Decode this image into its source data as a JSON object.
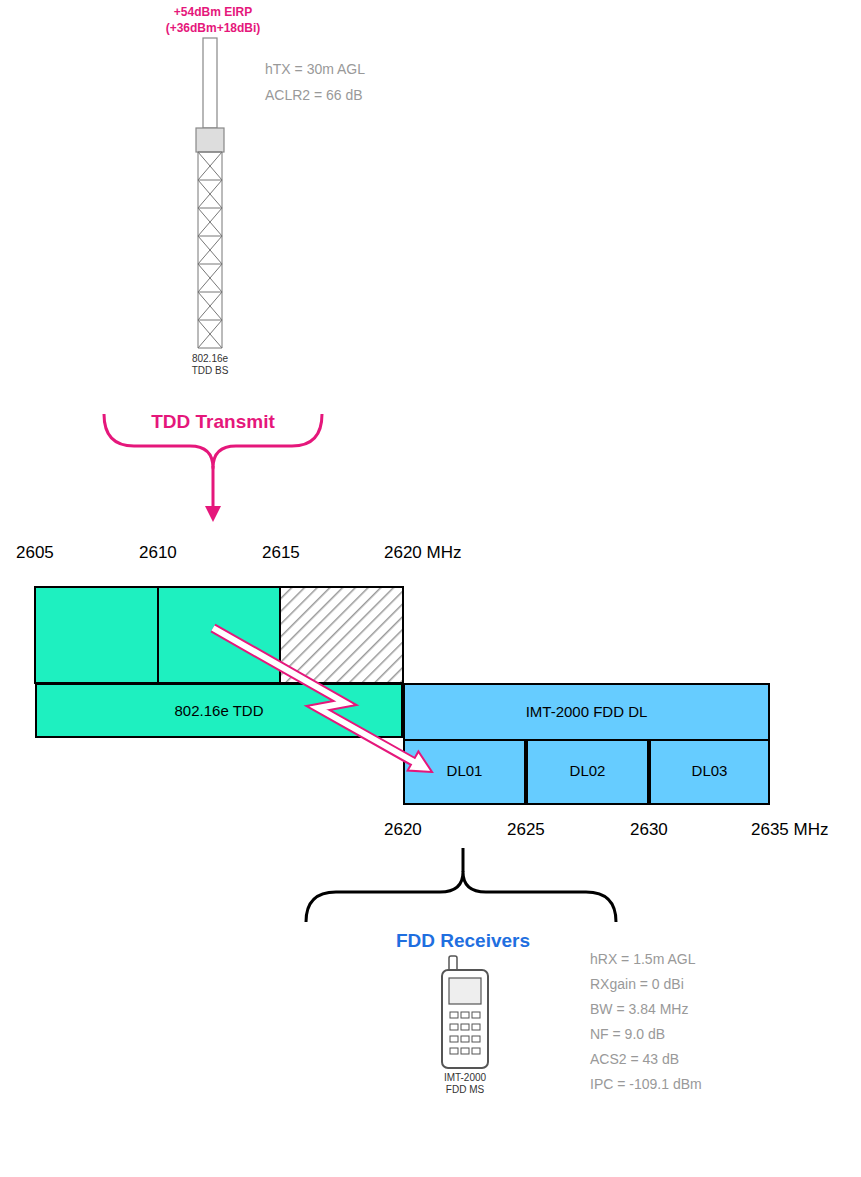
{
  "diagram": {
    "nodes": [
      {
        "text": [
          "802.16e TDD"
        ]
      },
      {
        "text": [
          "IMT-2000 FDD DL"
        ]
      },
      {
        "text": [
          "DL01"
        ],
        "in": 1
      },
      {
        "text": [
          "DL02"
        ],
        "in": 1
      },
      {
        "text": [
          "DL03"
        ],
        "in": 1
      }
    ],
    "labels": [
      "+54dBm EIRP (+36dBm+18dBi)",
      "hTX = 30m AGL",
      "ACLR2 = 66 dB",
      "802.16e TDD BS",
      "TDD Transmit",
      "2605",
      "2610",
      "2615",
      "2620 MHz",
      "2620",
      "2625",
      "2630",
      "2635 MHz",
      "FDD Receivers",
      "IMT-2000 FDD MS",
      "hRX = 1.5m AGL",
      "RXgain = 0 dBi",
      "BW = 3.84 MHz",
      "NF = 9.0 dB",
      "ACS2 = 43 dB",
      "IPC = -109.1 dBm"
    ]
  }
}
